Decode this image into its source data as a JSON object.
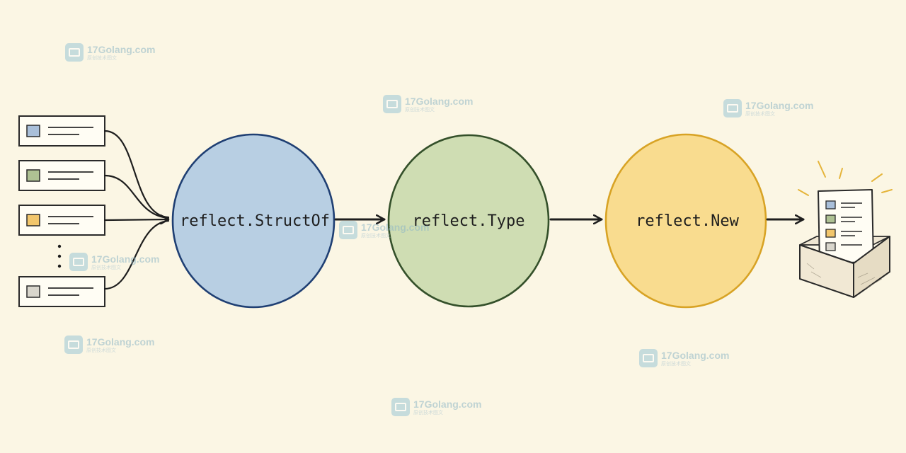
{
  "nodes": [
    {
      "id": "structof",
      "label": "reflect.StructOf",
      "fill": "#b8cfe3",
      "stroke": "#1f3f73"
    },
    {
      "id": "type",
      "label": "reflect.Type",
      "fill": "#cfddb3",
      "stroke": "#34502a"
    },
    {
      "id": "new",
      "label": "reflect.New",
      "fill": "#f9dc8f",
      "stroke": "#d8a325"
    }
  ],
  "field_cards": [
    {
      "swatch": "#a9bfd9"
    },
    {
      "swatch": "#aec193"
    },
    {
      "swatch": "#f2c66b"
    },
    {
      "swatch": "#d9d6cc"
    }
  ],
  "output_box": {
    "rows": [
      {
        "swatch": "#a9bfd9"
      },
      {
        "swatch": "#aec193"
      },
      {
        "swatch": "#f2c66b"
      },
      {
        "swatch": "#d9d6cc"
      }
    ]
  },
  "watermark": {
    "name": "17Golang.com",
    "tagline": "原创技术图文"
  },
  "colors": {
    "background": "#fbf6e4",
    "ink": "#1e1e1e",
    "burst": "#e5b43a",
    "watermark": "#8fb7c6"
  }
}
